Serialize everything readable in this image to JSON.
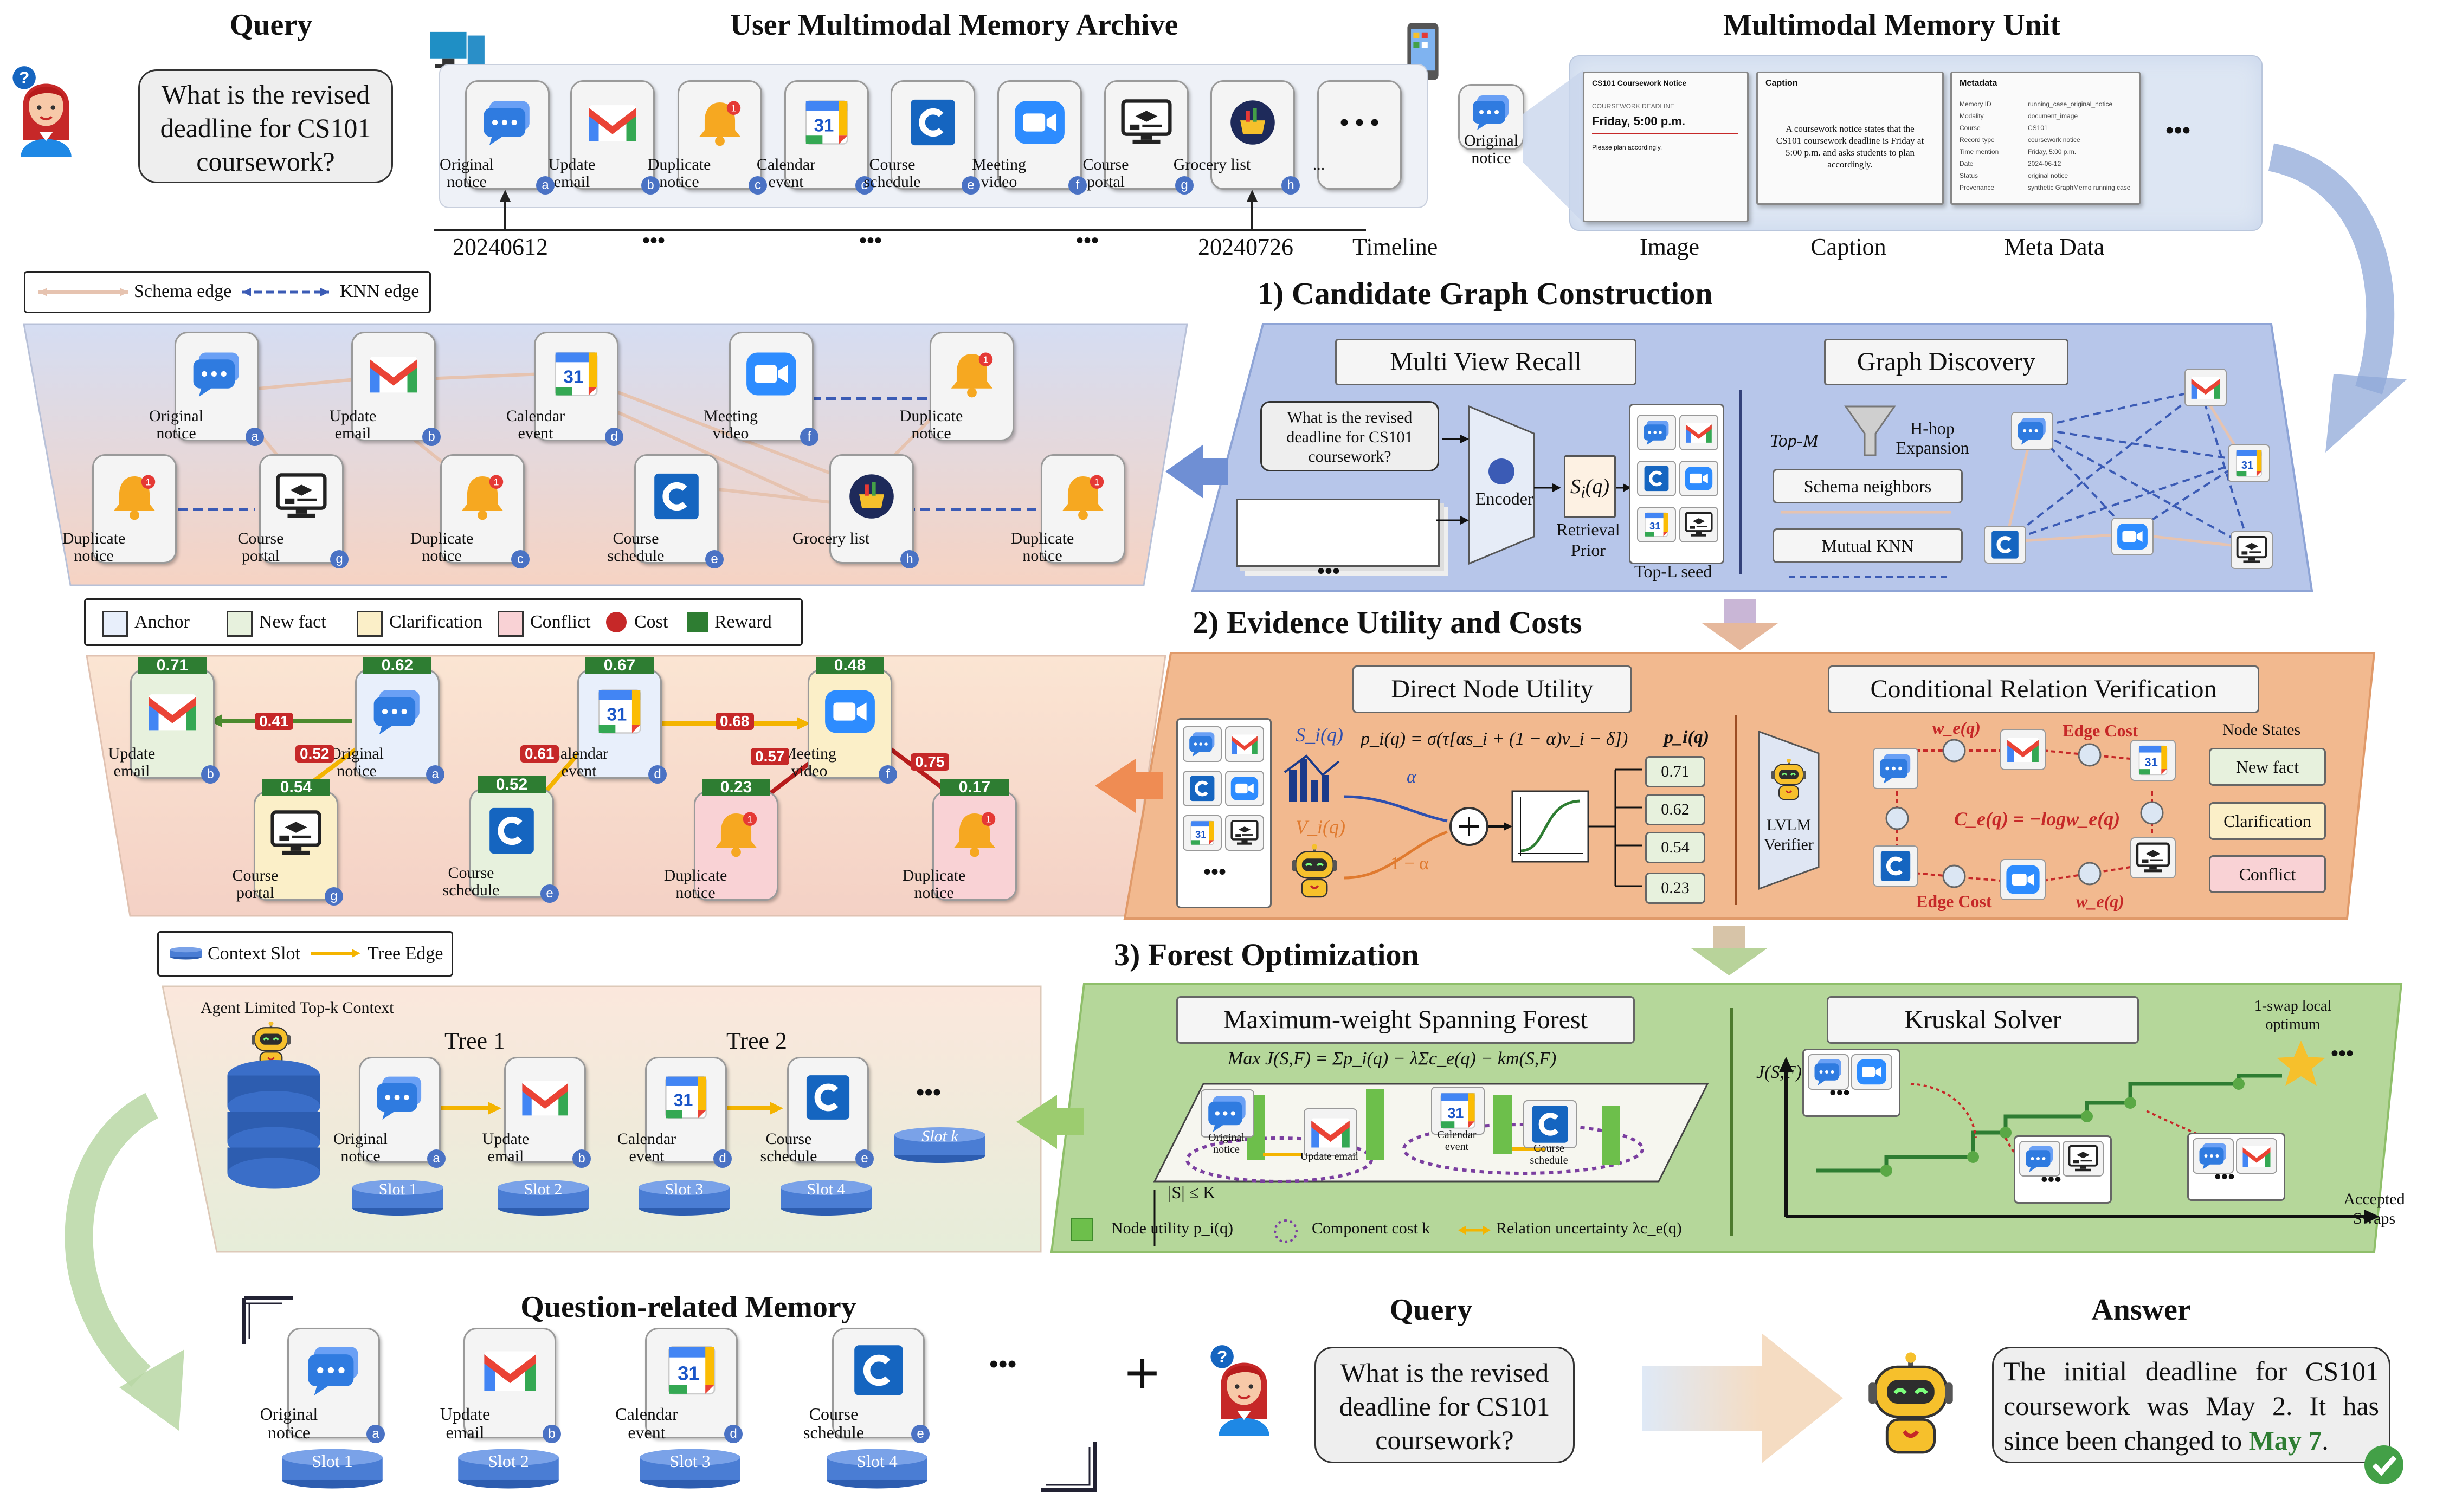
{
  "top": {
    "query_title": "Query",
    "query_text": "What is the revised deadline for CS101 coursework?",
    "archive_title": "User Multimodal Memory Archive",
    "unit_title": "Multimodal Memory Unit",
    "archive_items": [
      {
        "label": "Original notice",
        "badge": "a",
        "icon": "chat-icon"
      },
      {
        "label": "Update email",
        "badge": "b",
        "icon": "gmail-icon"
      },
      {
        "label": "Duplicate notice",
        "badge": "c",
        "icon": "bell-icon"
      },
      {
        "label": "Calendar event",
        "badge": "d",
        "icon": "calendar-icon"
      },
      {
        "label": "Course schedule",
        "badge": "e",
        "icon": "course-icon"
      },
      {
        "label": "Meeting video",
        "badge": "f",
        "icon": "video-icon"
      },
      {
        "label": "Course portal",
        "badge": "g",
        "icon": "portal-icon"
      },
      {
        "label": "Grocery list",
        "badge": "h",
        "icon": "grocery-icon"
      },
      {
        "label": "...",
        "badge": "",
        "icon": "more-icon"
      }
    ],
    "timeline_start": "20240612",
    "timeline_end": "20240726",
    "timeline_label": "Timeline",
    "ellipsis": "•••",
    "unit_item": "Original notice",
    "unit_views": [
      "Image",
      "Caption",
      "Meta Data"
    ],
    "unit_image_title": "CS101 Coursework Notice",
    "unit_image_sub": "COURSEWORK DEADLINE",
    "unit_image_date": "Friday, 5:00 p.m.",
    "unit_image_note": "Please plan accordingly.",
    "unit_caption_title": "Caption",
    "unit_caption_text": "A coursework notice states that the CS101 coursework deadline is Friday at 5:00 p.m. and asks students to plan accordingly.",
    "unit_meta_title": "Metadata",
    "unit_meta_rows": [
      [
        "Memory ID",
        "running_case_original_notice"
      ],
      [
        "Modality",
        "document_image"
      ],
      [
        "Course",
        "CS101"
      ],
      [
        "Record type",
        "coursework notice"
      ],
      [
        "Time mention",
        "Friday, 5:00 p.m."
      ],
      [
        "Date",
        "2024-06-12"
      ],
      [
        "Status",
        "original notice"
      ],
      [
        "Provenance",
        "synthetic GraphMemo running case"
      ]
    ],
    "unit_more": "•••"
  },
  "section1": {
    "title": "1) Candidate Graph Construction",
    "legend": [
      "Schema edge",
      "KNN edge"
    ],
    "recall_title": "Multi View Recall",
    "discovery_title": "Graph Discovery",
    "query_text": "What is the revised deadline for CS101 coursework?",
    "encoder": "Encoder",
    "score_label": "S",
    "score_sub": "i",
    "score_arg": "(q)",
    "prior": "Retrieval Prior",
    "seed": "Top-L seed",
    "topm": "Top-M",
    "hhop": "H-hop Expansion",
    "schema_neighbors": "Schema neighbors",
    "mutual_knn": "Mutual KNN",
    "dots": "•••",
    "graph_nodes": [
      {
        "label": "Original notice",
        "badge": "a",
        "icon": "chat-icon"
      },
      {
        "label": "Update email",
        "badge": "b",
        "icon": "gmail-icon"
      },
      {
        "label": "Calendar event",
        "badge": "d",
        "icon": "calendar-icon"
      },
      {
        "label": "Meeting video",
        "badge": "f",
        "icon": "video-icon"
      },
      {
        "label": "Duplicate notice",
        "badge": "",
        "icon": "bell-icon"
      },
      {
        "label": "Duplicate notice",
        "badge": "",
        "icon": "bell-icon"
      },
      {
        "label": "Course portal",
        "badge": "g",
        "icon": "portal-icon"
      },
      {
        "label": "Duplicate notice",
        "badge": "c",
        "icon": "bell-icon"
      },
      {
        "label": "Course schedule",
        "badge": "e",
        "icon": "course-icon"
      },
      {
        "label": "Grocery list",
        "badge": "h",
        "icon": "grocery-icon"
      },
      {
        "label": "Duplicate notice",
        "badge": "",
        "icon": "bell-icon"
      }
    ]
  },
  "section2": {
    "title": "2) Evidence Utility and Costs",
    "legend": [
      "Anchor",
      "New fact",
      "Clarification",
      "Conflict",
      "Cost",
      "Reward"
    ],
    "direct_title": "Direct Node Utility",
    "relation_title": "Conditional Relation Verification",
    "formula": "p_i(q) = σ(τ[αs_i + (1 − α)v_i − δ])",
    "s_label": "S_i(q)",
    "v_label": "V_i(q)",
    "alpha": "α",
    "one_minus_alpha": "1 − α",
    "p_label": "p_i(q)",
    "p_values": [
      "0.71",
      "0.62",
      "0.54",
      "0.23"
    ],
    "verifier": "LVLM Verifier",
    "weight_label": "w_e(q)",
    "edge_cost": "Edge Cost",
    "cost_formula": "C_e(q) = −logw_e(q)",
    "node_states_title": "Node States",
    "node_states": [
      "New fact",
      "Clarification",
      "Conflict"
    ],
    "tree_nodes": [
      {
        "label": "Update email",
        "badge": "b",
        "icon": "gmail-icon",
        "score": "0.71"
      },
      {
        "label": "Original notice",
        "badge": "a",
        "icon": "chat-icon",
        "score": "0.62"
      },
      {
        "label": "Course portal",
        "badge": "g",
        "icon": "portal-icon",
        "score": "0.54"
      },
      {
        "label": "Calendar event",
        "badge": "d",
        "icon": "calendar-icon",
        "score": "0.67"
      },
      {
        "label": "Course schedule",
        "badge": "e",
        "icon": "course-icon",
        "score": "0.52"
      },
      {
        "label": "Meeting video",
        "badge": "f",
        "icon": "video-icon",
        "score": "0.48"
      },
      {
        "label": "Duplicate notice",
        "badge": "",
        "icon": "bell-icon",
        "score": "0.23"
      },
      {
        "label": "Duplicate notice",
        "badge": "",
        "icon": "bell-icon",
        "score": "0.17"
      }
    ],
    "edge_costs": [
      "0.41",
      "0.52",
      "0.61",
      "0.68",
      "0.57",
      "0.75"
    ],
    "dots": "•••"
  },
  "section3": {
    "title": "3) Forest Optimization",
    "legend": [
      "Context Slot",
      "Tree Edge"
    ],
    "agent_title": "Agent Limited Top-k Context",
    "tree1": "Tree 1",
    "tree2": "Tree 2",
    "slots": [
      "Slot 1",
      "Slot 2",
      "Slot 3",
      "Slot 4",
      "Slot k"
    ],
    "forest_items": [
      {
        "label": "Original notice",
        "badge": "a",
        "icon": "chat-icon"
      },
      {
        "label": "Update email",
        "badge": "b",
        "icon": "gmail-icon"
      },
      {
        "label": "Calendar event",
        "badge": "d",
        "icon": "calendar-icon"
      },
      {
        "label": "Course schedule",
        "badge": "e",
        "icon": "course-icon"
      }
    ],
    "msf_title": "Maximum-weight Spanning Forest",
    "msf_formula": "Max J(S,F) = Σp_i(q) − λΣc_e(q) − km(S,F)",
    "constraint": "|S| ≤ K",
    "legend_bottom": [
      "Node utility p_i(q)",
      "Component cost k",
      "Relation uncertainty λc_e(q)"
    ],
    "kruskal_title": "Kruskal Solver",
    "j_axis": "J(S,F)",
    "x_axis": "Accepted Swaps",
    "optimum": "1-swap local optimum",
    "msf_nodes": [
      "Original notice",
      "Update email",
      "Calendar event",
      "Course schedule"
    ],
    "dots": "•••"
  },
  "bottom": {
    "qmem_title": "Question-related Memory",
    "query_title": "Query",
    "answer_title": "Answer",
    "query_text": "What is the revised deadline for CS101 coursework?",
    "answer_prefix": "The initial deadline for CS101 coursework was May 2. It has since been changed to ",
    "answer_highlight": "May 7",
    "answer_suffix": ".",
    "items": [
      {
        "label": "Original notice",
        "badge": "a",
        "icon": "chat-icon",
        "slot": "Slot 1"
      },
      {
        "label": "Update email",
        "badge": "b",
        "icon": "gmail-icon",
        "slot": "Slot 2"
      },
      {
        "label": "Calendar event",
        "badge": "d",
        "icon": "calendar-icon",
        "slot": "Slot 3"
      },
      {
        "label": "Course schedule",
        "badge": "e",
        "icon": "course-icon",
        "slot": "Slot 4"
      }
    ],
    "plus": "+",
    "dots": "•••"
  },
  "colors": {
    "blue_panel": "#b7c6ea",
    "orange_panel": "#f2b98f",
    "green_panel": "#b5d79a",
    "reward": "#2e7d32",
    "cost": "#c62828",
    "highlight": "#2e7d32",
    "tree_edge": "#f4b400"
  }
}
